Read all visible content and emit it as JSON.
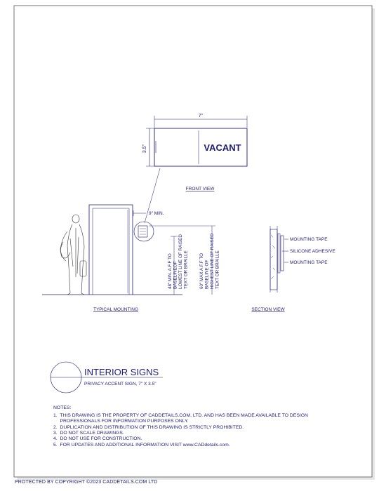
{
  "drawing": {
    "sign_text": "VACANT",
    "dim_width": "7\"",
    "dim_height": "3.5\"",
    "front_view_label": "FRONT VIEW",
    "typical_mounting_label": "TYPICAL MOUNTING",
    "section_view_label": "SECTION VIEW",
    "dim_9min": "9\" MIN.",
    "note_48_lines": [
      "48\" MIN. A.F.F TO",
      "BASELINEOF",
      "LOWEST LINE OF RAISED",
      "TEXT OR BRAILLE"
    ],
    "note_60_lines": [
      "60\" MAX A.F.F TO",
      "BASELINE OF",
      "HIGHEST LINE OF RAISED",
      "TEXT OR BRAILLE"
    ],
    "section_labels": [
      "MOUNTING TAPE",
      "SILICONE ADHESIVE",
      "MOUNTING TAPE"
    ]
  },
  "title_block": {
    "title": "INTERIOR SIGNS",
    "subtitle": "PRIVACY ACCENT SIGN, 7\" X 3.5\""
  },
  "notes": {
    "heading": "NOTES:",
    "items": [
      "1.  THIS DRAWING IS THE PROPERTY OF CADDETAILS.COM, LTD. AND HAS BEEN MADE AVAILABLE TO DESIGN",
      "     PROFESSIONALS FOR INFORMATION PURPOSES ONLY.",
      "2.  DUPLICATION AND DISTRIBUTION OF THIS DRAWING IS STRICTLY PROHIBITED.",
      "3.  DO NOT SCALE DRAWINGS.",
      "4.  DO NOT USE FOR CONSTRUCTION.",
      "5.  FOR UPDATES AND ADDITIONAL INFORMATION VISIT www.CADdetails.com."
    ]
  },
  "footer": {
    "copyright": "PROTECTED BY COPYRIGHT ©2023 CADDETAILS.COM LTD"
  },
  "colors": {
    "ink": "#1c1c78",
    "border": "#555555"
  }
}
